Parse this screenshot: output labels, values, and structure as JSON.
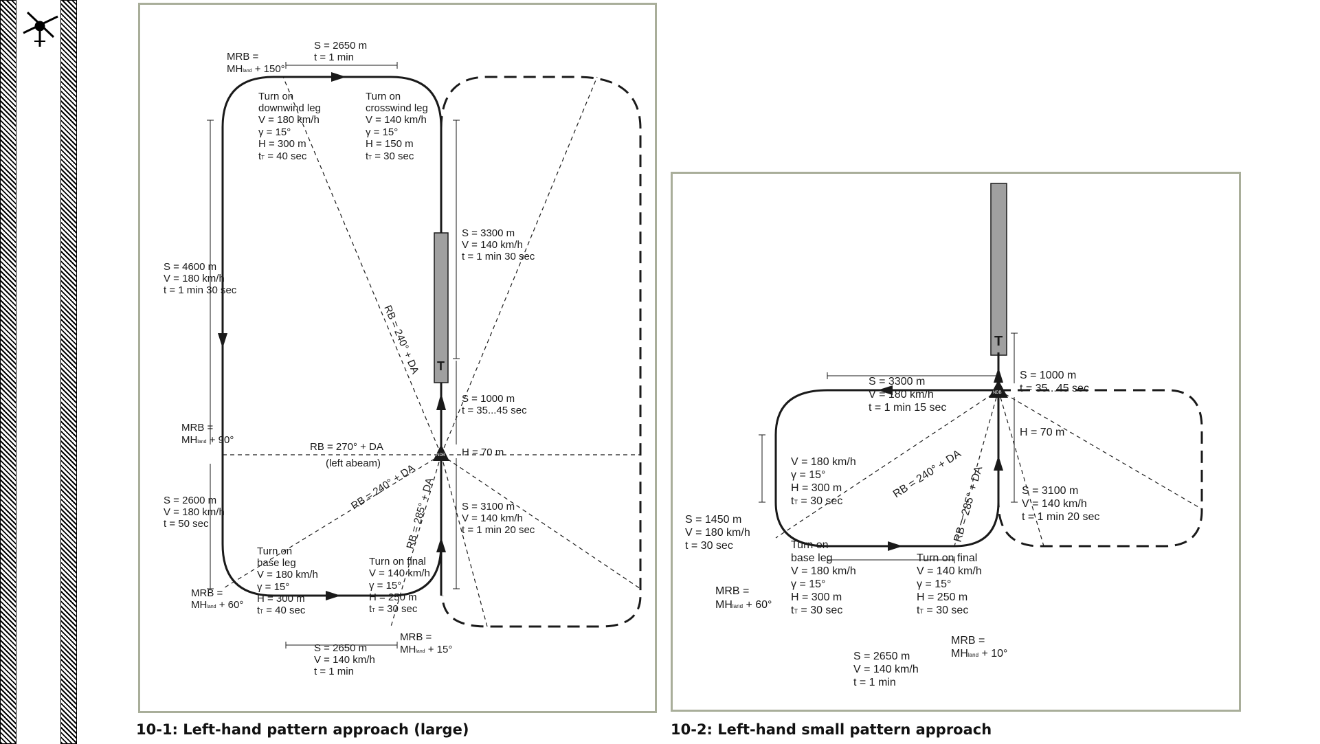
{
  "diagrams": [
    {
      "caption": "10-1: Left-hand pattern approach (large)",
      "labels": {
        "mrb_top_1": "MRB =",
        "mrb_top_2": "MH",
        "mrb_top_sub": "land",
        "mrb_top_3": " + 150°",
        "top_s": "S = 2650 m",
        "top_t": "t = 1 min",
        "downwind_1": "Turn on",
        "downwind_2": "downwind leg",
        "downwind_3": "V = 180 km/h",
        "downwind_4": "γ = 15°",
        "downwind_5": "H = 300 m",
        "downwind_6": "t",
        "downwind_6sub": "T",
        "downwind_6b": " = 40 sec",
        "crosswind_1": "Turn on",
        "crosswind_2": "crosswind leg",
        "crosswind_3": "V = 140 km/h",
        "crosswind_4": "γ = 15°",
        "crosswind_5": "H = 150 m",
        "crosswind_6": "t",
        "crosswind_6sub": "T",
        "crosswind_6b": " = 30 sec",
        "right_s": "S = 3300 m",
        "right_v": "V = 140 km/h",
        "right_t": "t = 1 min 30 sec",
        "left_s": "S = 4600 m",
        "left_v": "V = 180 km/h",
        "left_t": "t = 1 min 30 sec",
        "rb240": "RB = 240° + DA",
        "final_s": "S = 1000 m",
        "final_t": "t = 35...45 sec",
        "mrb90_1": "MRB =",
        "mrb90_2": "MH",
        "mrb90_sub": "land",
        "mrb90_3": " + 90°",
        "rb270": "RB = 270° + DA",
        "abeam": "(left abeam)",
        "h70": "H = 70 m",
        "ndb": "NDB",
        "rb240b": "RB = 240° + DA",
        "rb285": "RB = 285° + DA",
        "lower_s": "S = 2600 m",
        "lower_v": "V = 180 km/h",
        "lower_t": "t = 50 sec",
        "lr_s": "S = 3100 m",
        "lr_v": "V = 140 km/h",
        "lr_t": "t = 1 min 20 sec",
        "base_1": "Turn on",
        "base_2": "base leg",
        "base_3": "V = 180 km/h",
        "base_4": "γ = 15°",
        "base_5": "H = 300 m",
        "base_6": "t",
        "base_6sub": "T",
        "base_6b": " = 40 sec",
        "fin_1": "Turn on final",
        "fin_2": "V = 140 km/h",
        "fin_3": "γ = 15°",
        "fin_4": "H = 250 m",
        "fin_5": "t",
        "fin_5sub": "T",
        "fin_5b": " = 30 sec",
        "mrb60_1": "MRB =",
        "mrb60_2": "MH",
        "mrb60_sub": "land",
        "mrb60_3": " + 60°",
        "mrb15_1": "MRB =",
        "mrb15_2": "MH",
        "mrb15_sub": "land",
        "mrb15_3": " + 15°",
        "bottom_s": "S = 2650 m",
        "bottom_v": "V = 140 km/h",
        "bottom_t": "t = 1 min"
      }
    },
    {
      "caption": "10-2: Left-hand small pattern approach",
      "labels": {
        "final_s": "S = 1000 m",
        "final_t": "t = 35...45 sec",
        "top_s": "S = 3300 m",
        "top_v": "V = 180 km/h",
        "top_t": "t = 1 min 15 sec",
        "h70": "H = 70 m",
        "ndb": "NDB",
        "turn_1": "V = 180 km/h",
        "turn_2": "γ = 15°",
        "turn_3": "H = 300 m",
        "turn_4": "t",
        "turn_4sub": "T",
        "turn_4b": " = 30 sec",
        "rb240": "RB = 240° + DA",
        "rb285": "RB = 285° + DA",
        "rs_s": "S = 3100 m",
        "rs_v": "V = 140 km/h",
        "rs_t": "t = 1 min 20 sec",
        "left_s": "S = 1450 m",
        "left_v": "V = 180 km/h",
        "left_t": "t = 30 sec",
        "base_1": "Turn on",
        "base_2": "base leg",
        "base_3": "V = 180 km/h",
        "base_4": "γ = 15°",
        "base_5": "H = 300 m",
        "base_6": "t",
        "base_6sub": "T",
        "base_6b": " = 30 sec",
        "fin_1": "Turn on final",
        "fin_2": "V = 140 km/h",
        "fin_3": "γ = 15°",
        "fin_4": "H = 250 m",
        "fin_5": "t",
        "fin_5sub": "T",
        "fin_5b": " = 30 sec",
        "mrb60_1": "MRB =",
        "mrb60_2": "MH",
        "mrb60_sub": "land",
        "mrb60_3": " + 60°",
        "mrb10_1": "MRB =",
        "mrb10_2": "MH",
        "mrb10_sub": "land",
        "mrb10_3": " + 10°",
        "bottom_s": "S = 2650 m",
        "bottom_v": "V = 140 km/h",
        "bottom_t": "t = 1 min"
      }
    }
  ]
}
